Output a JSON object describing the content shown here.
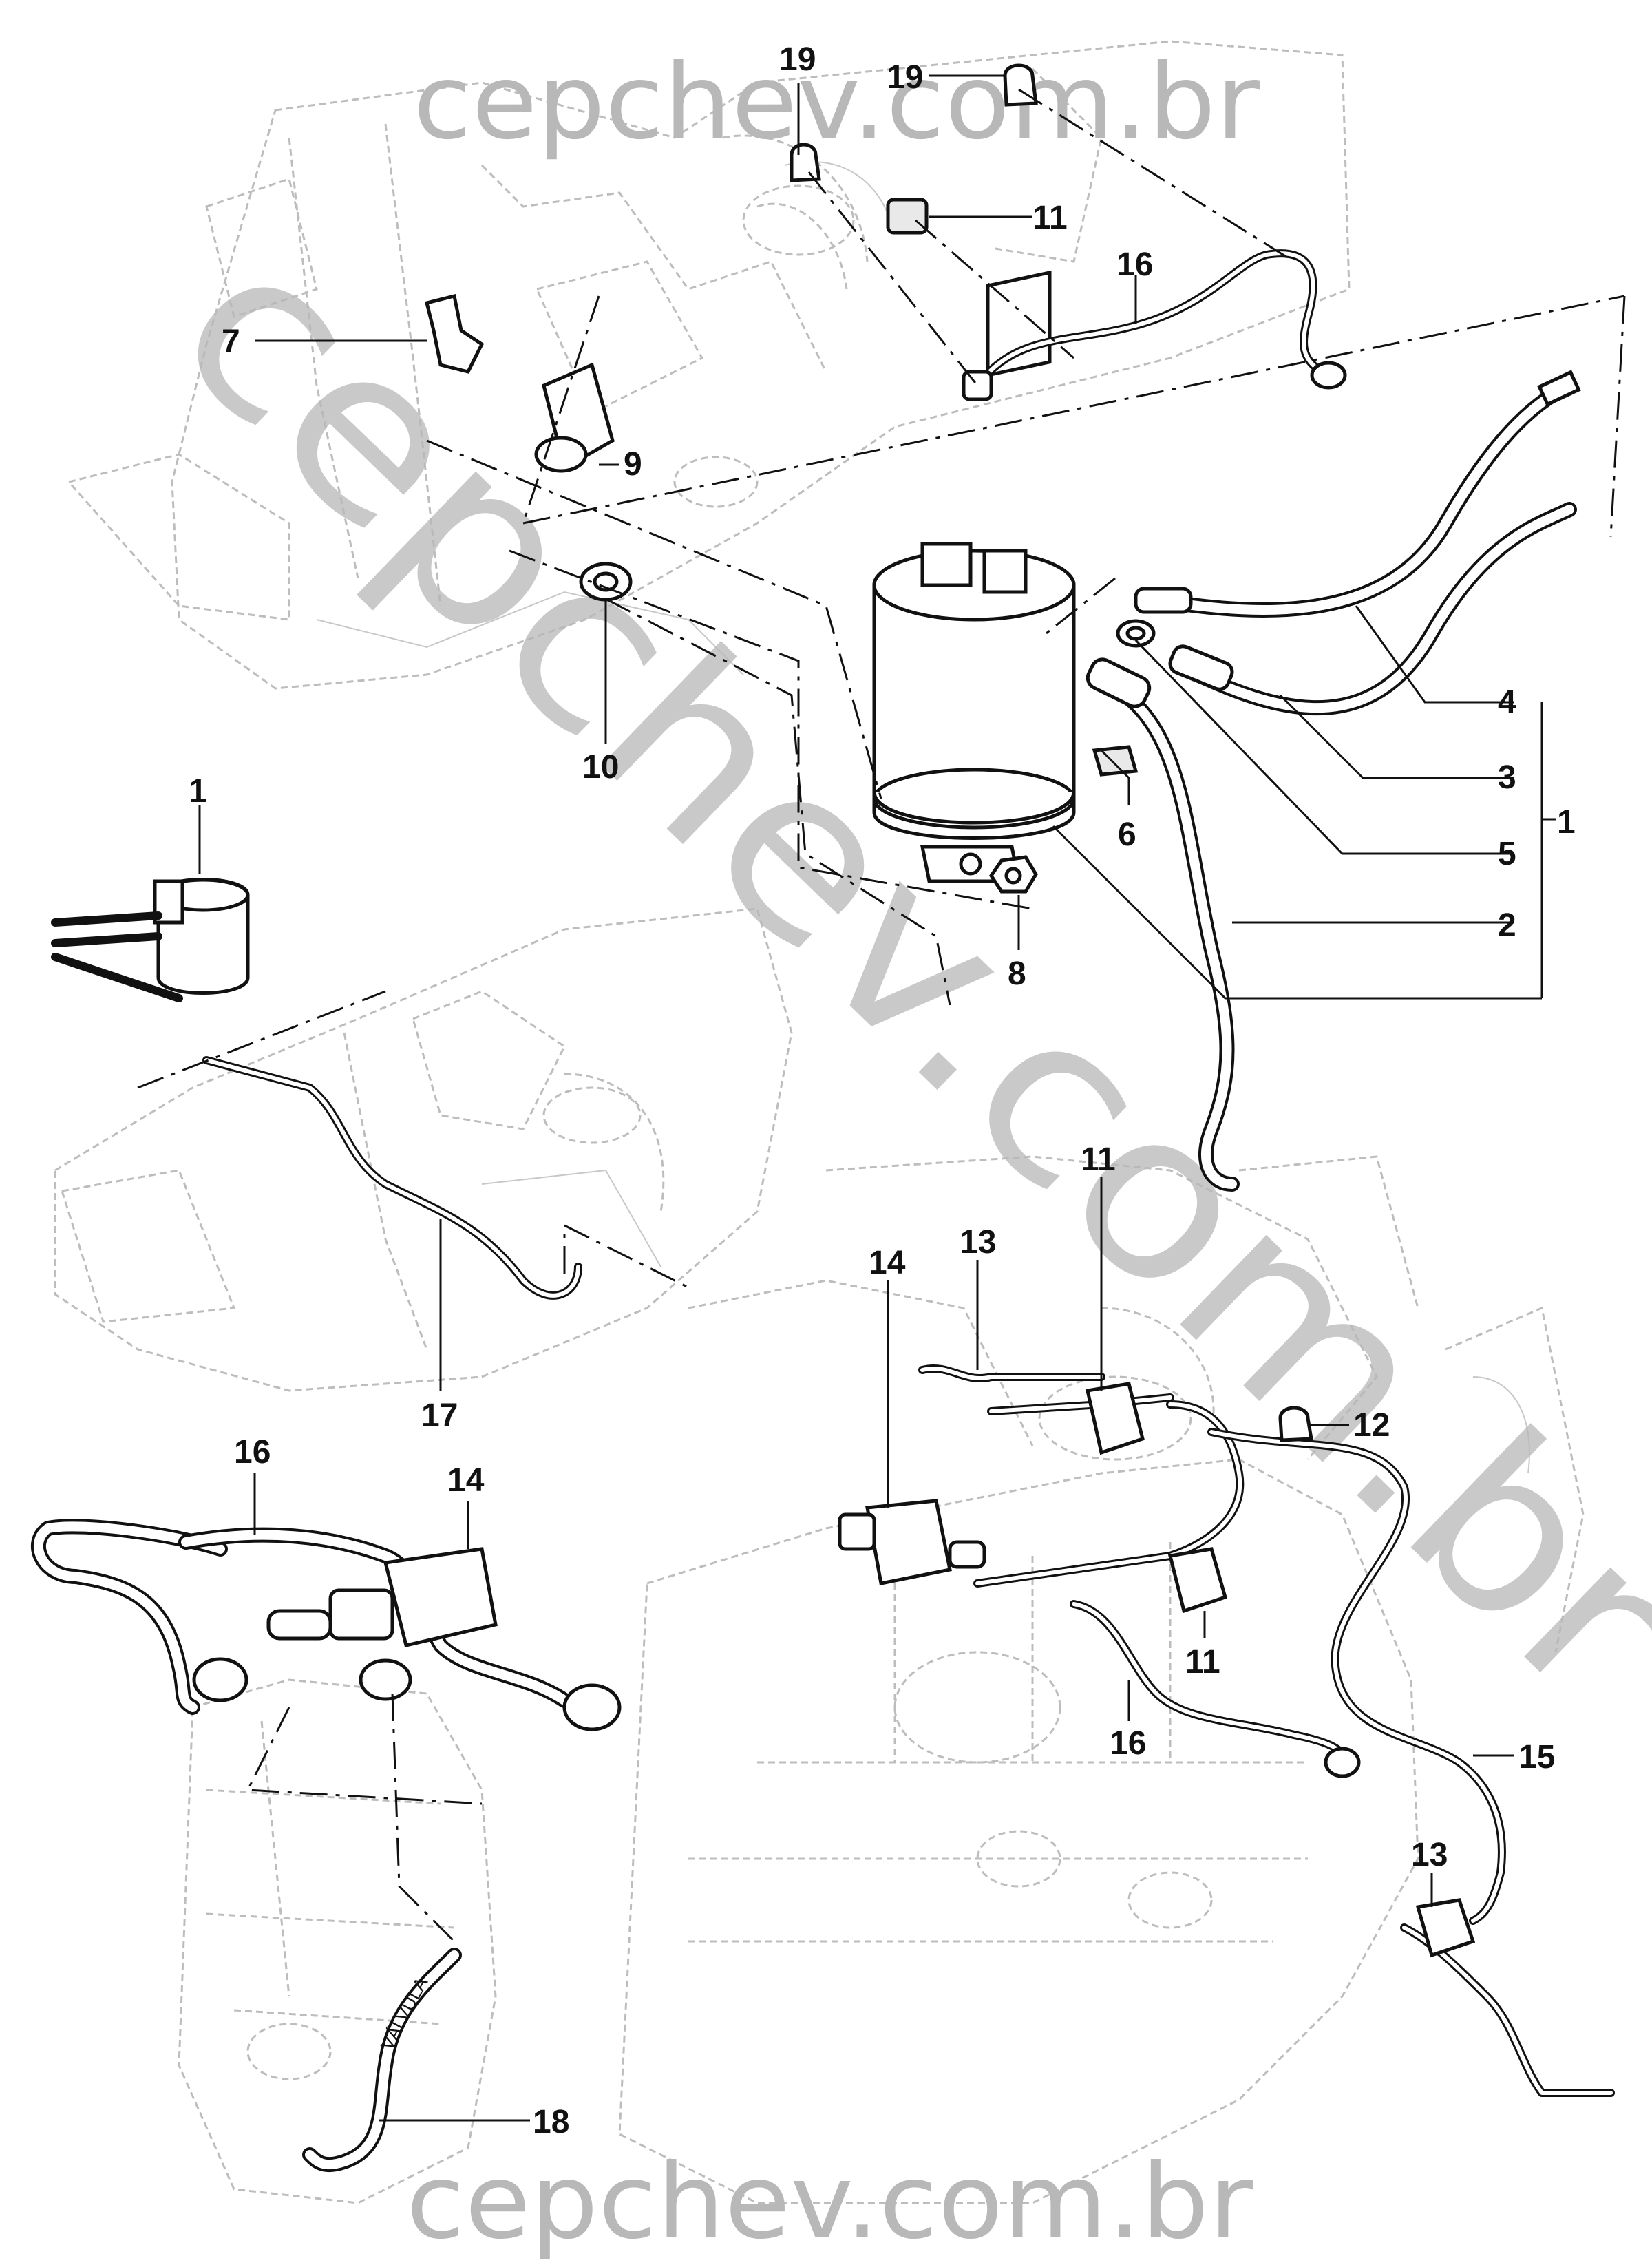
{
  "watermark": {
    "top": "cepchev.com.br",
    "diagonal": "cepchev.com.br",
    "bottom": "cepchev.com.br"
  },
  "callouts": {
    "c1_left": "1",
    "c1_group": "1",
    "c2": "2",
    "c3": "3",
    "c4": "4",
    "c5": "5",
    "c6": "6",
    "c7": "7",
    "c8": "8",
    "c9": "9",
    "c10": "10",
    "c11_top": "11",
    "c11_mid": "11",
    "c11_low": "11",
    "c12": "12",
    "c13_mid": "13",
    "c13_low": "13",
    "c14_left": "14",
    "c14_mid": "14",
    "c15": "15",
    "c16_top": "16",
    "c16_left": "16",
    "c16_mid": "16",
    "c17": "17",
    "c18": "18",
    "c19_a": "19",
    "c19_b": "19"
  },
  "hose_print": "VÁLVULA"
}
